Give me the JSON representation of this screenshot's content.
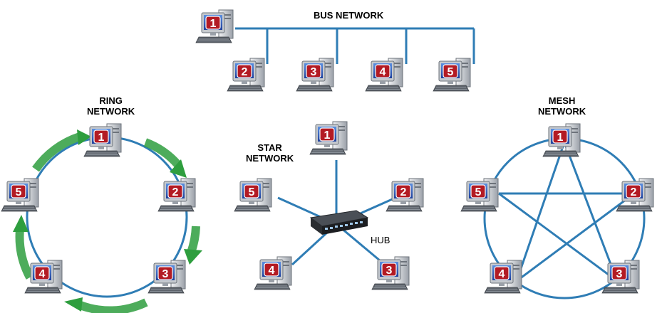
{
  "labels": {
    "bus": "BUS NETWORK",
    "ring_line1": "RING",
    "ring_line2": "NETWORK",
    "star_line1": "STAR",
    "star_line2": "NETWORK",
    "mesh_line1": "MESH",
    "mesh_line2": "NETWORK",
    "hub": "HUB"
  },
  "computer_numbers": [
    "1",
    "2",
    "3",
    "4",
    "5"
  ],
  "colors": {
    "link": "#2f7db5",
    "arrow": "#2e9e3e",
    "badge_fill": "#b31b24",
    "screen_frame": "#8a8f96",
    "screen_blue": "#1e4aa8"
  },
  "icons": {
    "computer": "desktop-computer-icon",
    "hub": "network-hub-icon",
    "arrow": "curved-arrow-icon"
  }
}
